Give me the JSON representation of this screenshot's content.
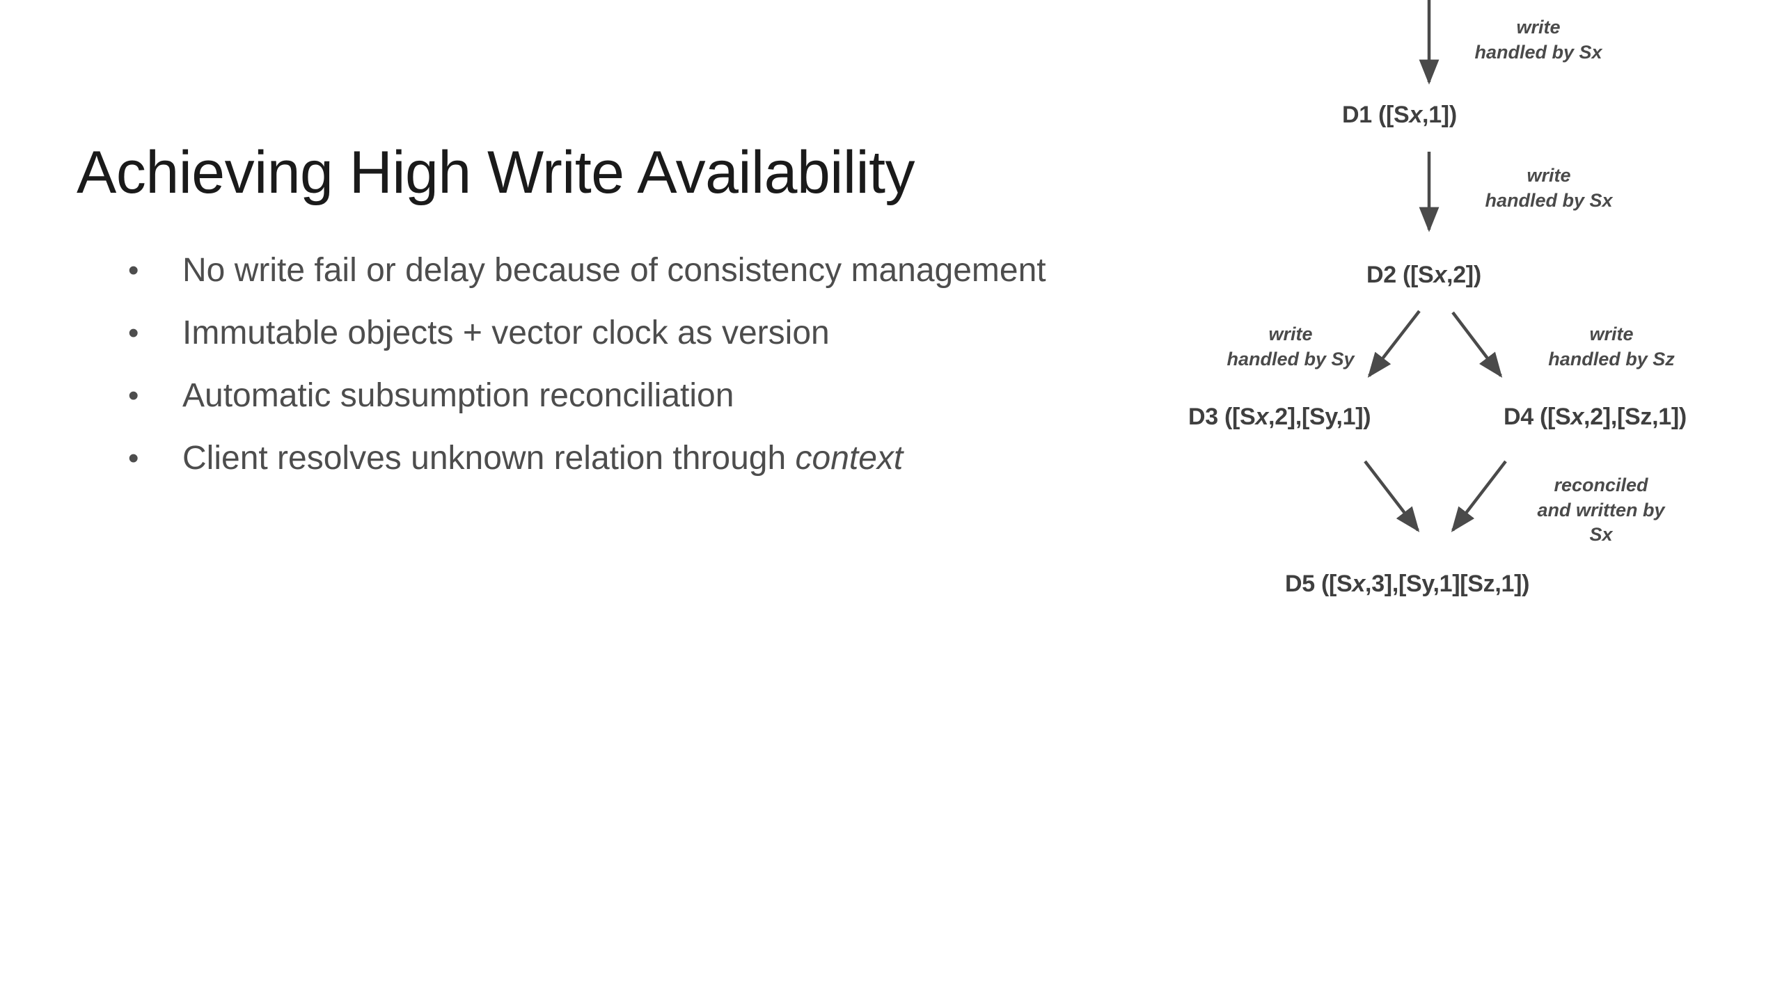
{
  "slide": {
    "title": "Achieving High Write Availability",
    "background_color": "#ffffff",
    "title_color": "#1a1a1a",
    "body_color": "#4d4d4d",
    "bullet_marker": "•",
    "bullets": [
      {
        "text": "No write fail or delay because of consistency management",
        "emphasis": ""
      },
      {
        "text": "Immutable objects + vector clock as version",
        "emphasis": ""
      },
      {
        "text": "Automatic subsumption reconciliation",
        "emphasis": ""
      },
      {
        "text": "Client resolves unknown relation through ",
        "emphasis": "context"
      }
    ]
  },
  "diagram": {
    "name": "vector-clock-version-tree",
    "stroke_color": "#4a4a4a",
    "nodes": [
      {
        "id": "D1",
        "label": "D1 ([Sx,1])",
        "prefix": "D1 ([S",
        "var": "x",
        "suffix": ",1])"
      },
      {
        "id": "D2",
        "label": "D2 ([Sx,2])",
        "prefix": "D2 ([S",
        "var": "x",
        "suffix": ",2])"
      },
      {
        "id": "D3",
        "label": "D3 ([Sx,2],[Sy,1])",
        "prefix": "D3 ([S",
        "var": "x",
        "suffix": ",2],[Sy,1])"
      },
      {
        "id": "D4",
        "label": "D4 ([Sx,2],[Sz,1])",
        "prefix": "D4 ([S",
        "var": "x",
        "suffix": ",2],[Sz,1])"
      },
      {
        "id": "D5",
        "label": "D5 ([Sx,3],[Sy,1][Sz,1])",
        "prefix": "D5 ([S",
        "var": "x",
        "suffix": ",3],[Sy,1][Sz,1])"
      }
    ],
    "edge_labels": [
      {
        "id": "edge-top",
        "lines": [
          "write",
          "handled by Sx"
        ]
      },
      {
        "id": "edge-d1-d2",
        "lines": [
          "write",
          "handled by Sx"
        ]
      },
      {
        "id": "edge-d2-d3",
        "lines": [
          "write",
          "handled by Sy"
        ]
      },
      {
        "id": "edge-d2-d4",
        "lines": [
          "write",
          "handled by Sz"
        ]
      },
      {
        "id": "edge-reconcile",
        "lines": [
          "reconciled",
          "and written by",
          "Sx"
        ]
      }
    ]
  }
}
